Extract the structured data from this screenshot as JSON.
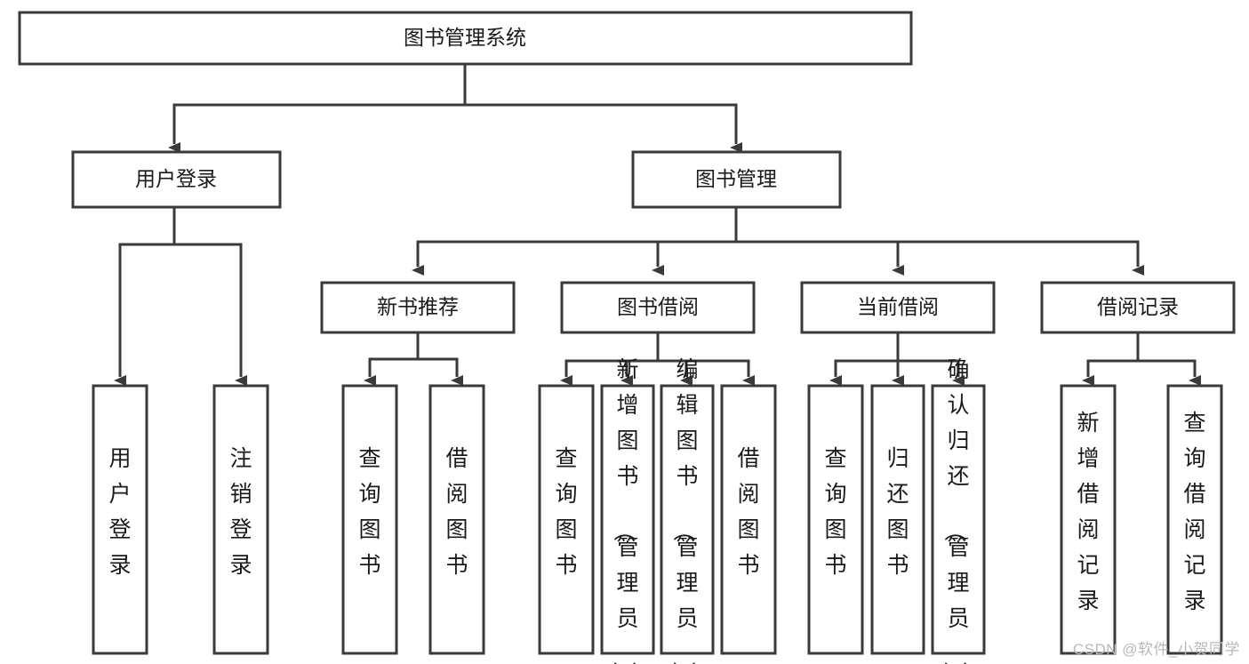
{
  "diagram": {
    "type": "tree-hierarchy",
    "title": "图书管理系统",
    "watermark": "CSDN @软件_小贺同学",
    "colors": {
      "box_fill": "#ffffff",
      "box_stroke": "#3a3a3a",
      "text": "#1a1a1a",
      "watermark": "#b9b9b9",
      "background": "#ffffff"
    },
    "levels": {
      "root": {
        "label": "图书管理系统",
        "orientation": "horizontal"
      },
      "level2": [
        {
          "label": "用户登录",
          "orientation": "horizontal"
        },
        {
          "label": "图书管理",
          "orientation": "horizontal"
        }
      ],
      "level3": [
        {
          "label": "新书推荐",
          "orientation": "horizontal",
          "parent": "图书管理"
        },
        {
          "label": "图书借阅",
          "orientation": "horizontal",
          "parent": "图书管理"
        },
        {
          "label": "当前借阅",
          "orientation": "horizontal",
          "parent": "图书管理"
        },
        {
          "label": "借阅记录",
          "orientation": "horizontal",
          "parent": "图书管理"
        }
      ],
      "leaves": [
        {
          "label": "用户登录",
          "orientation": "vertical",
          "parent": "用户登录"
        },
        {
          "label": "注销登录",
          "orientation": "vertical",
          "parent": "用户登录"
        },
        {
          "label": "查询图书",
          "orientation": "vertical",
          "parent": "新书推荐"
        },
        {
          "label": "借阅图书",
          "orientation": "vertical",
          "parent": "新书推荐"
        },
        {
          "label": "查询图书",
          "orientation": "vertical",
          "parent": "图书借阅"
        },
        {
          "label": "新增图书（管理员）",
          "orientation": "vertical",
          "parent": "图书借阅"
        },
        {
          "label": "编辑图书（管理员）",
          "orientation": "vertical",
          "parent": "图书借阅"
        },
        {
          "label": "借阅图书",
          "orientation": "vertical",
          "parent": "图书借阅"
        },
        {
          "label": "查询图书",
          "orientation": "vertical",
          "parent": "当前借阅"
        },
        {
          "label": "归还图书",
          "orientation": "vertical",
          "parent": "当前借阅"
        },
        {
          "label": "确认归还（管理员）",
          "orientation": "vertical",
          "parent": "当前借阅"
        },
        {
          "label": "新增借阅记录",
          "orientation": "vertical",
          "parent": "借阅记录"
        },
        {
          "label": "查询借阅记录",
          "orientation": "vertical",
          "parent": "借阅记录"
        }
      ]
    },
    "nodes": {
      "root": "图书管理系统",
      "user_login": "用户登录",
      "book_manage": "图书管理",
      "new_book_rec": "新书推荐",
      "book_borrow": "图书借阅",
      "current_borrow": "当前借阅",
      "borrow_record": "借阅记录",
      "leaf_user_login": "用户登录",
      "leaf_logout": "注销登录",
      "leaf_query_book_a": "查询图书",
      "leaf_borrow_book_a": "借阅图书",
      "leaf_query_book_b": "查询图书",
      "leaf_add_book_admin": "新增图书（管理员）",
      "leaf_edit_book_admin": "编辑图书（管理员）",
      "leaf_borrow_book_b": "借阅图书",
      "leaf_query_book_c": "查询图书",
      "leaf_return_book": "归还图书",
      "leaf_confirm_return_admin": "确认归还（管理员）",
      "leaf_add_record": "新增借阅记录",
      "leaf_query_record": "查询借阅记录"
    }
  }
}
